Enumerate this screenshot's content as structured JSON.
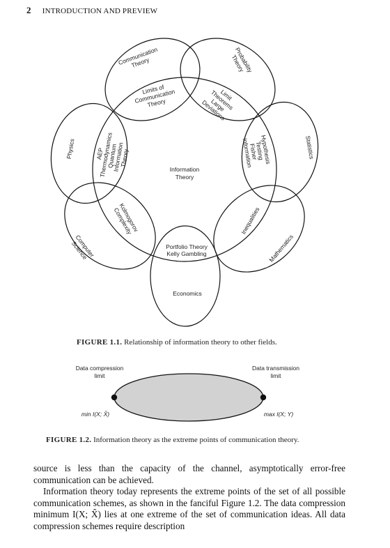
{
  "header": {
    "page_number": "2",
    "chapter_title": "INTRODUCTION AND PREVIEW"
  },
  "figure1": {
    "label": "FIGURE 1.1.",
    "caption": "Relationship of information theory to other fields.",
    "center": [
      "Information",
      "Theory"
    ],
    "petals": {
      "communication": [
        "Communication",
        "Theory"
      ],
      "probability": [
        "Probability",
        "Theory"
      ],
      "statistics": "Statistics",
      "mathematics": "Mathematics",
      "economics": "Economics",
      "computer_science": [
        "Computer",
        "Science"
      ],
      "physics": "Physics"
    },
    "overlaps": {
      "limits": [
        "Limits of",
        "Communication",
        "Theory"
      ],
      "limit_theorems": [
        "Limit",
        "Theorems",
        "Large",
        "Deviations"
      ],
      "hypothesis": [
        "Hypothesis",
        "Testing",
        "Fisher",
        "Information"
      ],
      "inequalities": "Inequalities",
      "portfolio": [
        "Portfolio Theory",
        "Kelly Gambling"
      ],
      "kolmogorov": [
        "Kolmogorov",
        "Complexity"
      ],
      "aep": [
        "AEP",
        "Thermodynamics",
        "Quantum",
        "Information",
        "Theory"
      ]
    }
  },
  "figure2": {
    "label": "FIGURE 1.2.",
    "caption": "Information theory as the extreme points of communication theory.",
    "left_top": [
      "Data compression",
      "limit"
    ],
    "right_top": [
      "Data transmission",
      "limit"
    ],
    "left_bottom": "min I(X; X̂)",
    "right_bottom": "max I(X; Y)"
  },
  "body": {
    "p1": "source is less than the capacity of the channel, asymptotically error-free communication can be achieved.",
    "p2": "Information theory today represents the extreme points of the set of all possible communication schemes, as shown in the fanciful Figure 1.2. The data compression minimum I(X; X̂) lies at one extreme of the set of communication ideas. All data compression schemes require description"
  },
  "colors": {
    "ellipse_fill": "#d2d2d2",
    "stroke": "#111111"
  }
}
